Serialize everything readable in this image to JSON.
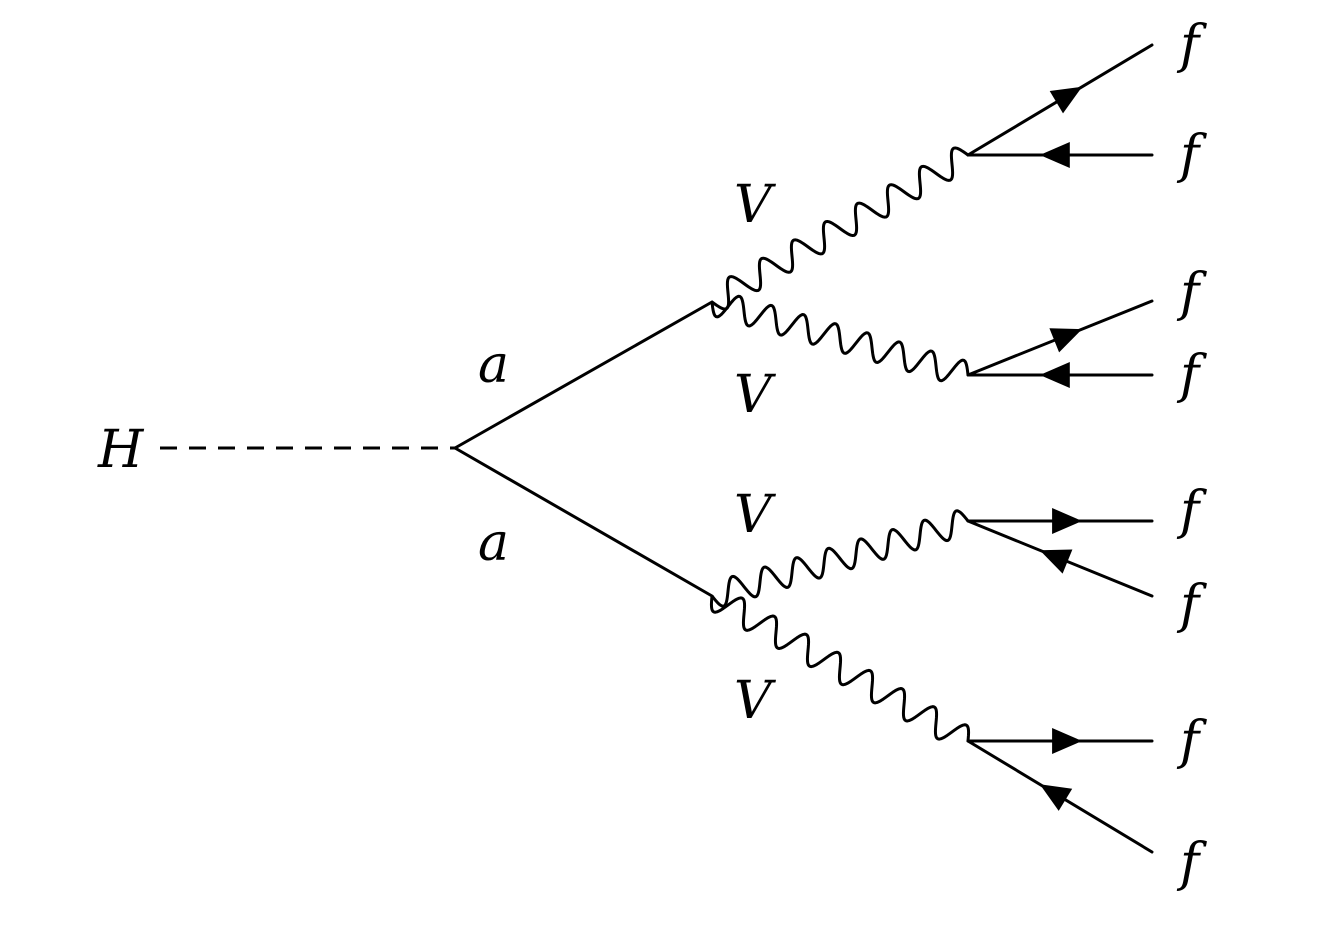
{
  "diagram": {
    "labels": {
      "higgs": "H",
      "pseudoscalar_top": "a",
      "pseudoscalar_bottom": "a",
      "boson_1": "V",
      "boson_2": "V",
      "boson_3": "V",
      "boson_4": "V",
      "fermion_1": "f",
      "fermion_2": "f",
      "fermion_3": "f",
      "fermion_4": "f",
      "fermion_5": "f",
      "fermion_6": "f",
      "fermion_7": "f",
      "fermion_8": "f"
    },
    "colors": {
      "line": "#000000",
      "background": "#ffffff"
    }
  }
}
